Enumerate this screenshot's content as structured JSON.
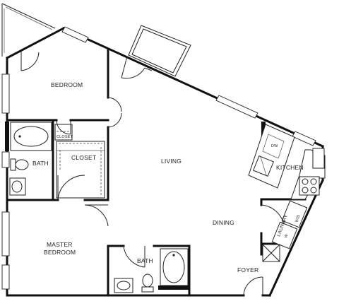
{
  "plan": {
    "rooms": {
      "bedroom": "BEDROOM",
      "closet_small": "CLOSET",
      "closet": "CLOSET",
      "bath_upper": "BATH",
      "living": "LIVING",
      "kitchen": "KITCHEN",
      "dw": "DW",
      "laundry": "LAUNDRY",
      "wd": "W/D",
      "w": "W",
      "dining": "DINING",
      "master_line1": "MASTER",
      "master_line2": "BEDROOM",
      "bath_lower": "BATH",
      "foyer": "FOYER"
    }
  }
}
